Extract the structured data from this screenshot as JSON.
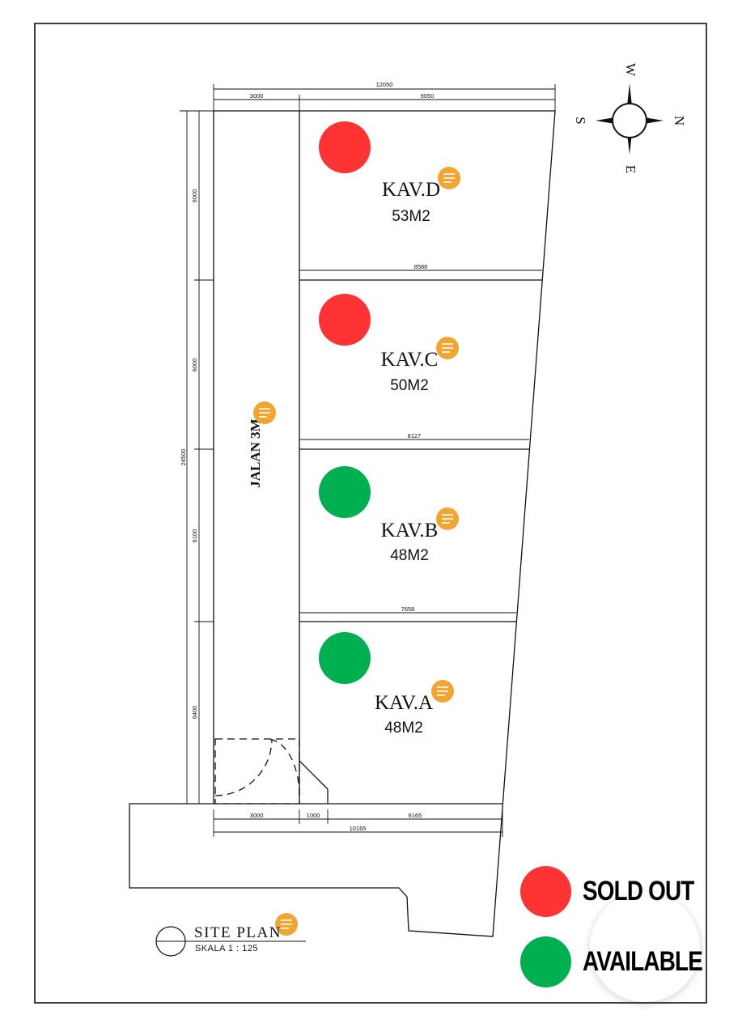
{
  "colors": {
    "sold": "#ff3333",
    "available": "#00b050",
    "comment": "#f2a531",
    "line": "#111111"
  },
  "compass": {
    "north": "N",
    "south": "S",
    "east": "E",
    "west": "W"
  },
  "dimensions": {
    "top_total": "12050",
    "top_road": "3000",
    "top_lots": "9050",
    "left_total": "24500",
    "left_d": "6000",
    "left_c": "6000",
    "left_b": "6100",
    "left_a": "6400",
    "width_c": "8588",
    "width_b": "8127",
    "width_a": "7658",
    "bottom_road": "3000",
    "bottom_gap": "1000",
    "bottom_lot": "6165",
    "bottom_total": "10165"
  },
  "road": {
    "label": "JALAN 3M"
  },
  "lots": [
    {
      "name": "KAV.D",
      "area": "53M2",
      "status": "sold"
    },
    {
      "name": "KAV.C",
      "area": "50M2",
      "status": "sold"
    },
    {
      "name": "KAV.B",
      "area": "48M2",
      "status": "available"
    },
    {
      "name": "KAV.A",
      "area": "48M2",
      "status": "available"
    }
  ],
  "title_block": {
    "title": "SITE PLAN",
    "scale": "SKALA 1 : 125"
  },
  "legend": {
    "sold_label": "SOLD OUT",
    "available_label": "AVAILABLE"
  }
}
